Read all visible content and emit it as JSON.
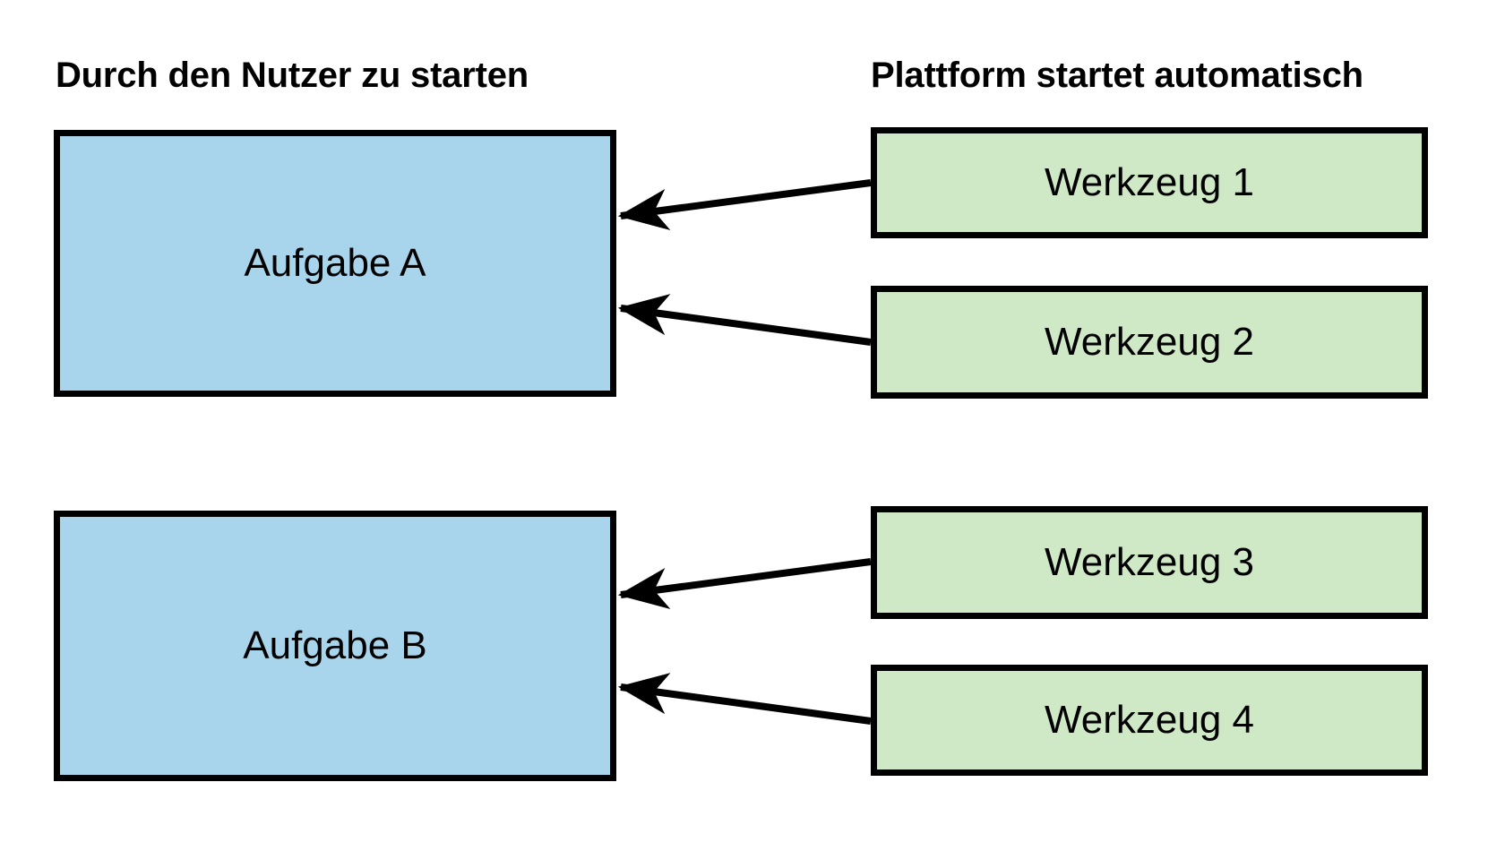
{
  "diagram": {
    "title_left": "Durch den Nutzer zu starten",
    "title_right": "Plattform startet automatisch",
    "colors": {
      "task_fill": "#a9d5ec",
      "tool_fill": "#cfe9c7",
      "stroke": "#000000",
      "background": "#ffffff"
    },
    "tasks": [
      {
        "id": "task-a",
        "label": "Aufgabe A"
      },
      {
        "id": "task-b",
        "label": "Aufgabe B"
      }
    ],
    "tools": [
      {
        "id": "tool-1",
        "label": "Werkzeug 1"
      },
      {
        "id": "tool-2",
        "label": "Werkzeug 2"
      },
      {
        "id": "tool-3",
        "label": "Werkzeug 3"
      },
      {
        "id": "tool-4",
        "label": "Werkzeug 4"
      }
    ],
    "edges": [
      {
        "id": "edge-tool1-to-taskA",
        "from": "tool-1",
        "to": "task-a",
        "direction": "left"
      },
      {
        "id": "edge-tool2-to-taskA",
        "from": "tool-2",
        "to": "task-a",
        "direction": "left"
      },
      {
        "id": "edge-tool3-to-taskB",
        "from": "tool-3",
        "to": "task-b",
        "direction": "left"
      },
      {
        "id": "edge-tool4-to-taskB",
        "from": "tool-4",
        "to": "task-b",
        "direction": "left"
      }
    ]
  }
}
